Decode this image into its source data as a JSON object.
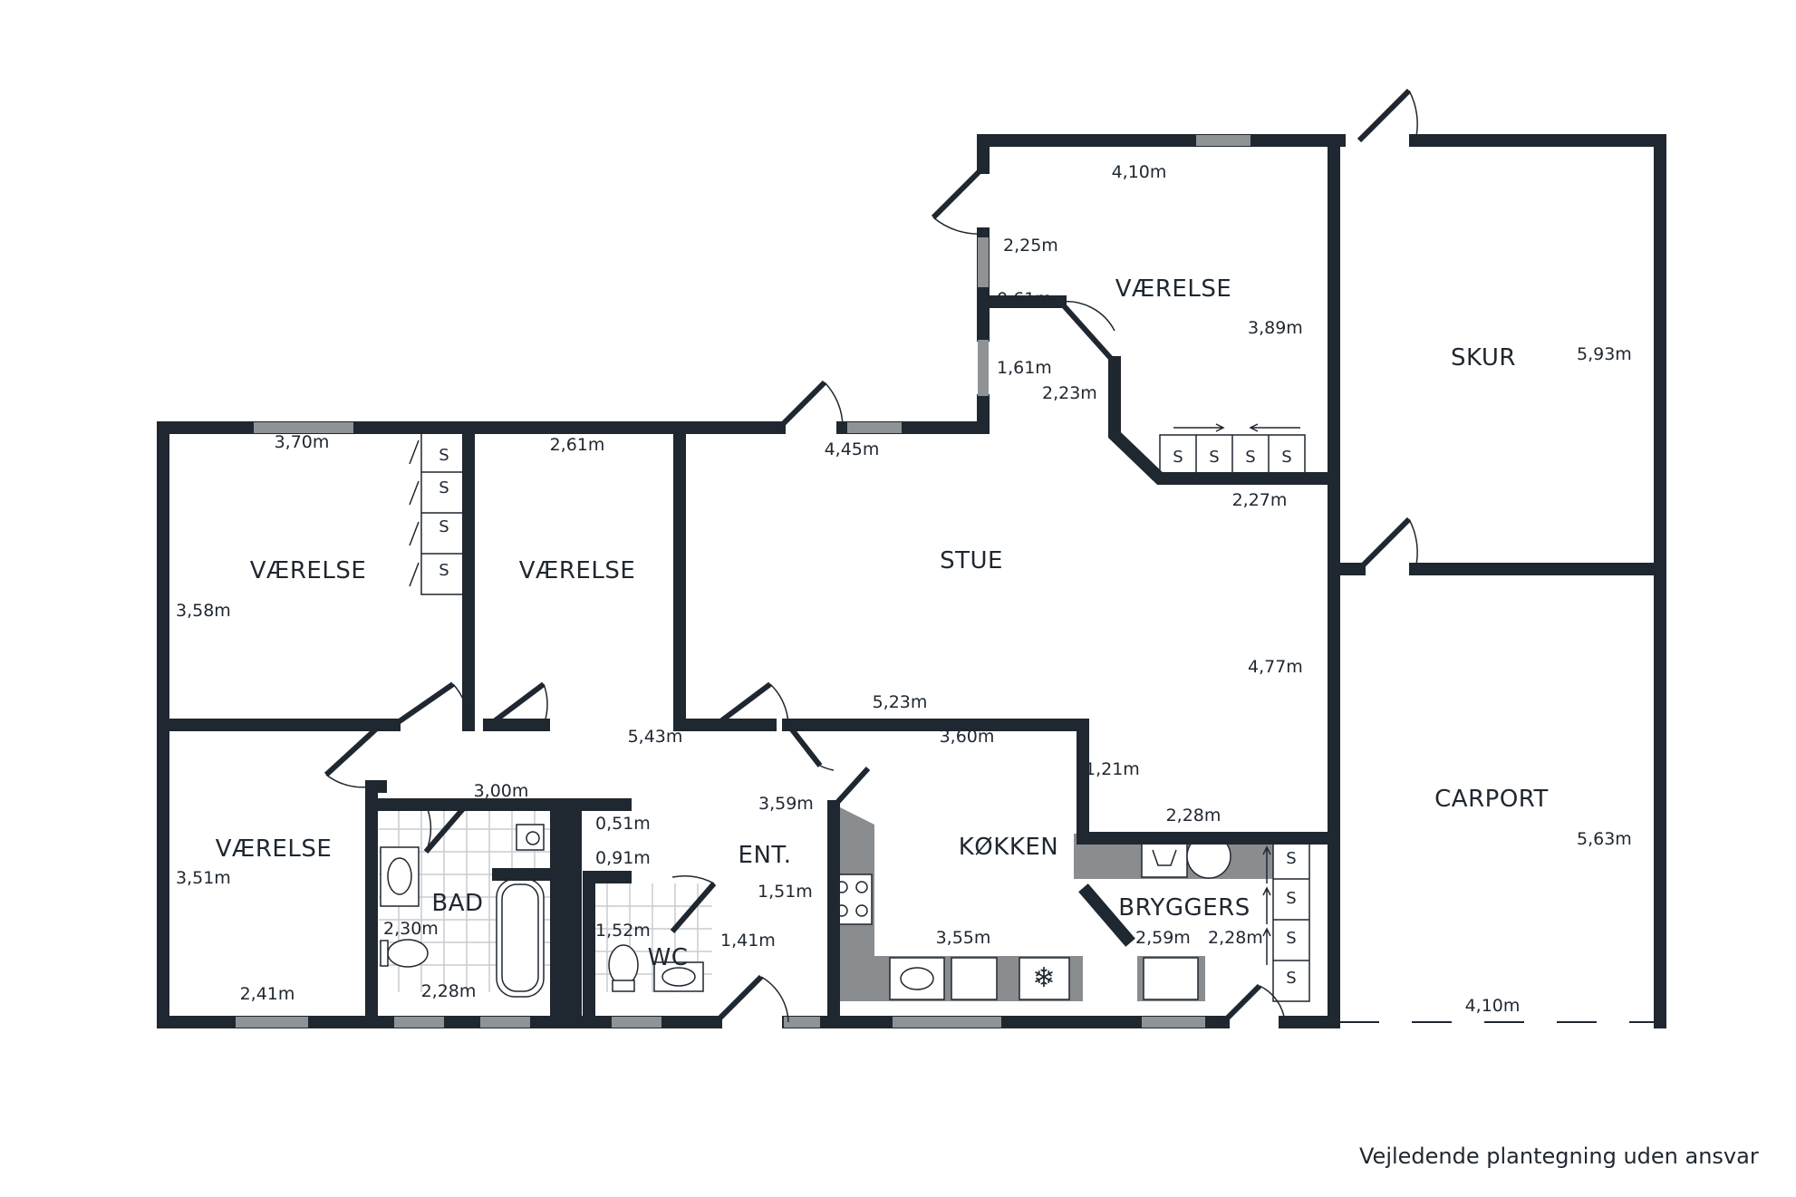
{
  "caption": "Vejledende plantegning uden ansvar",
  "rooms": {
    "vaerelse_top": "VÆRELSE",
    "vaerelse_left": "VÆRELSE",
    "vaerelse_mid": "VÆRELSE",
    "vaerelse_lower": "VÆRELSE",
    "stue": "STUE",
    "skur": "SKUR",
    "carport": "CARPORT",
    "kokken": "KØKKEN",
    "bryggers": "BRYGGERS",
    "bad": "BAD",
    "wc": "WC",
    "ent": "ENT."
  },
  "dims": {
    "d410_top": "4,10m",
    "d225": "2,25m",
    "d061": "0,61m",
    "d389": "3,89m",
    "d161": "1,61m",
    "d223": "2,23m",
    "d445": "4,45m",
    "d227": "2,27m",
    "d593": "5,93m",
    "d370": "3,70m",
    "d261": "2,61m",
    "d358": "3,58m",
    "d477": "4,77m",
    "d523": "5,23m",
    "d543": "5,43m",
    "d360": "3,60m",
    "d121": "1,21m",
    "d300": "3,00m",
    "d051": "0,51m",
    "d091": "0,91m",
    "d359": "3,59m",
    "d228_bry": "2,28m",
    "d563": "5,63m",
    "d351": "3,51m",
    "d151": "1,51m",
    "d230": "2,30m",
    "d152": "1,52m",
    "d141": "1,41m",
    "d355": "3,55m",
    "d259": "2,59m",
    "d228_b": "2,28m",
    "d241": "2,41m",
    "d228_bad": "2,28m",
    "d410_bottom": "4,10m"
  },
  "symbols": {
    "storage": "S",
    "snowflake": "❄"
  },
  "colors": {
    "wall": "#1f2730",
    "fixture": "#8a8d90",
    "window": "#8f9396",
    "tile": "#c9cccf",
    "text": "#1f2730"
  }
}
